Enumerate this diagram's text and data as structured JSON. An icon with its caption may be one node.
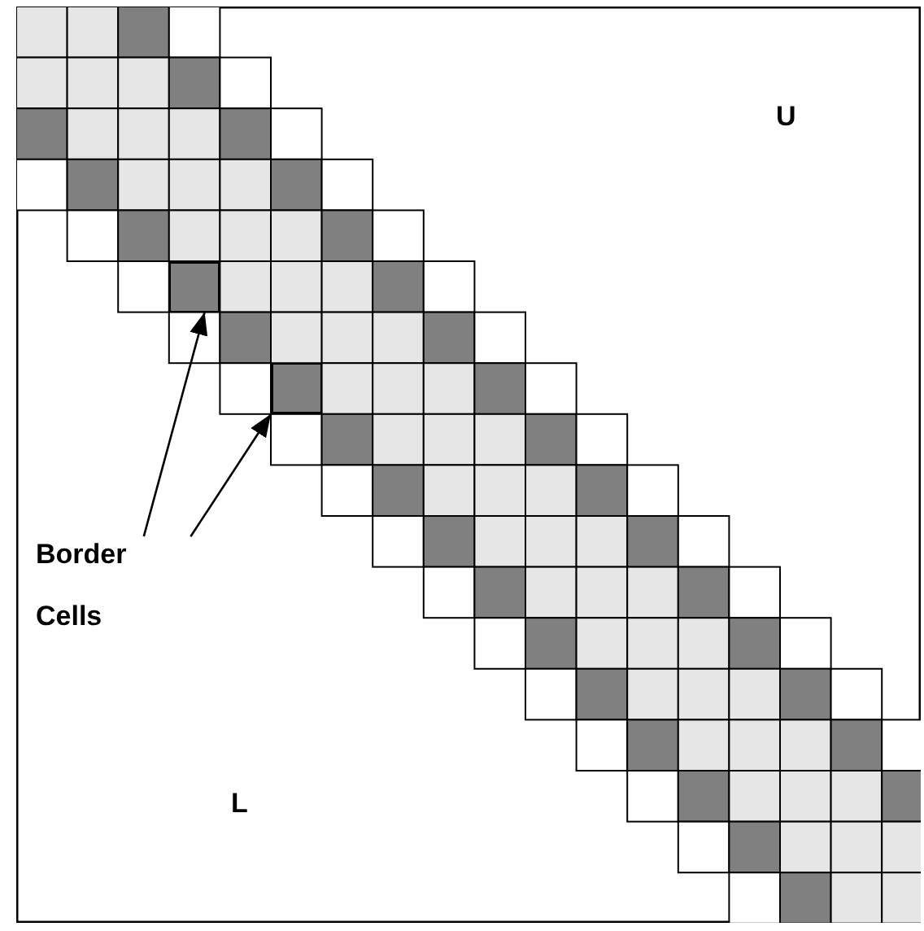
{
  "diagram": {
    "nodes": [
      {
        "text": [
          "Border Cells"
        ]
      },
      {
        "text": [],
        "shape": "box"
      },
      {
        "text": [],
        "shape": "box"
      }
    ],
    "edges": [
      {
        "from": 0,
        "to": 1,
        "arrow": "to"
      },
      {
        "from": 0,
        "to": 2,
        "arrow": "to"
      }
    ],
    "labels": [
      "U",
      "L"
    ]
  }
}
